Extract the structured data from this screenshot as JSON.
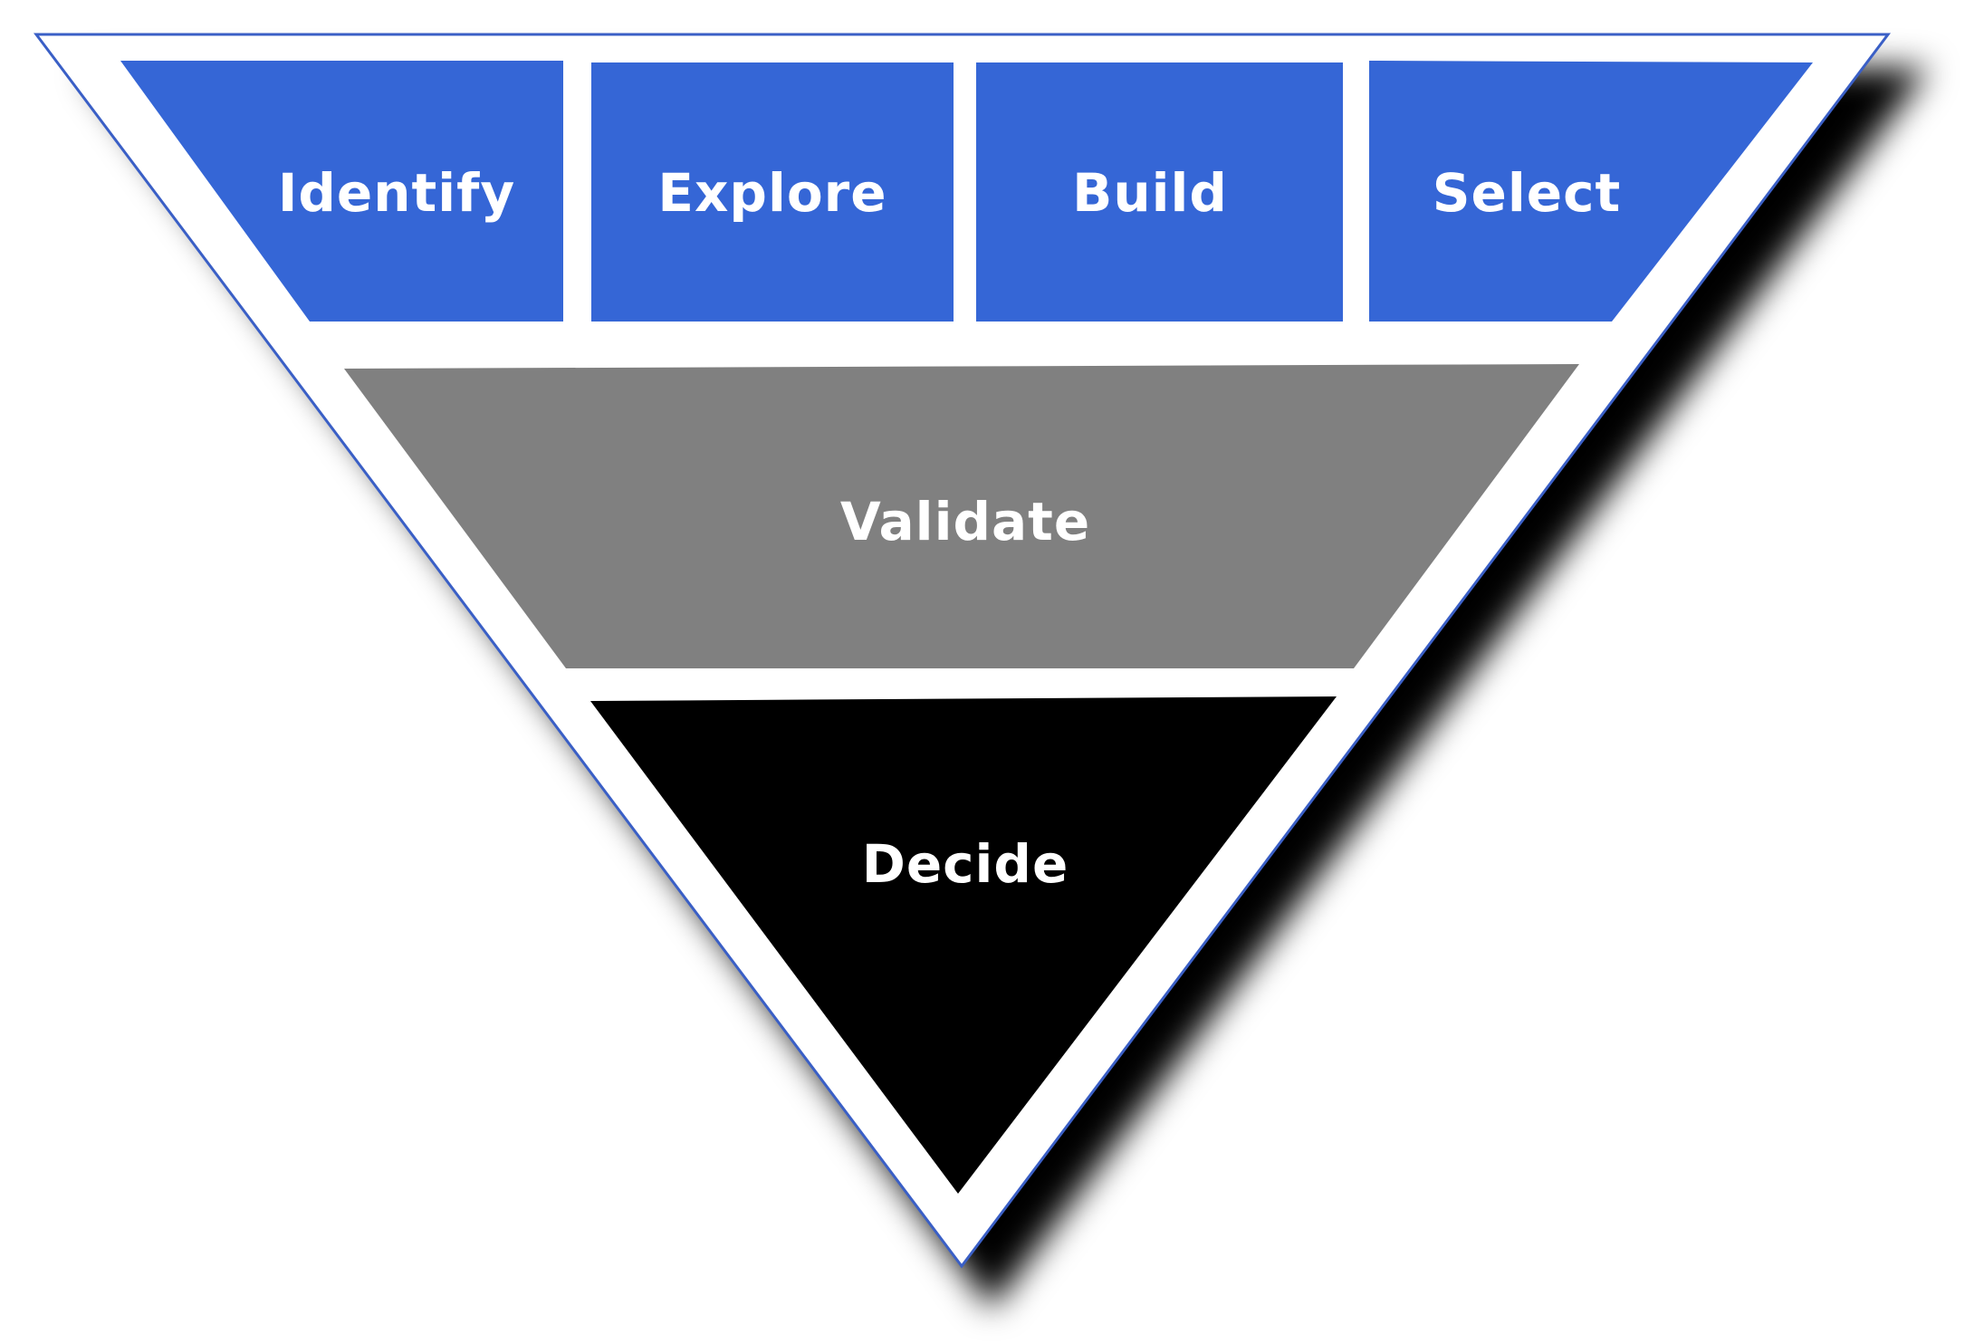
{
  "diagram": {
    "type": "inverted-funnel",
    "colors": {
      "outline": "#3a5fc6",
      "outer_fill": "#ffffff",
      "shadow": "#000000",
      "top_row": "#3566d6",
      "middle_band": "#808080",
      "bottom_tip": "#000000",
      "label_text": "#ffffff"
    },
    "top_stages": [
      {
        "label": "Identify"
      },
      {
        "label": "Explore"
      },
      {
        "label": "Build"
      },
      {
        "label": "Select"
      }
    ],
    "middle_stage": {
      "label": "Validate"
    },
    "bottom_stage": {
      "label": "Decide"
    }
  }
}
